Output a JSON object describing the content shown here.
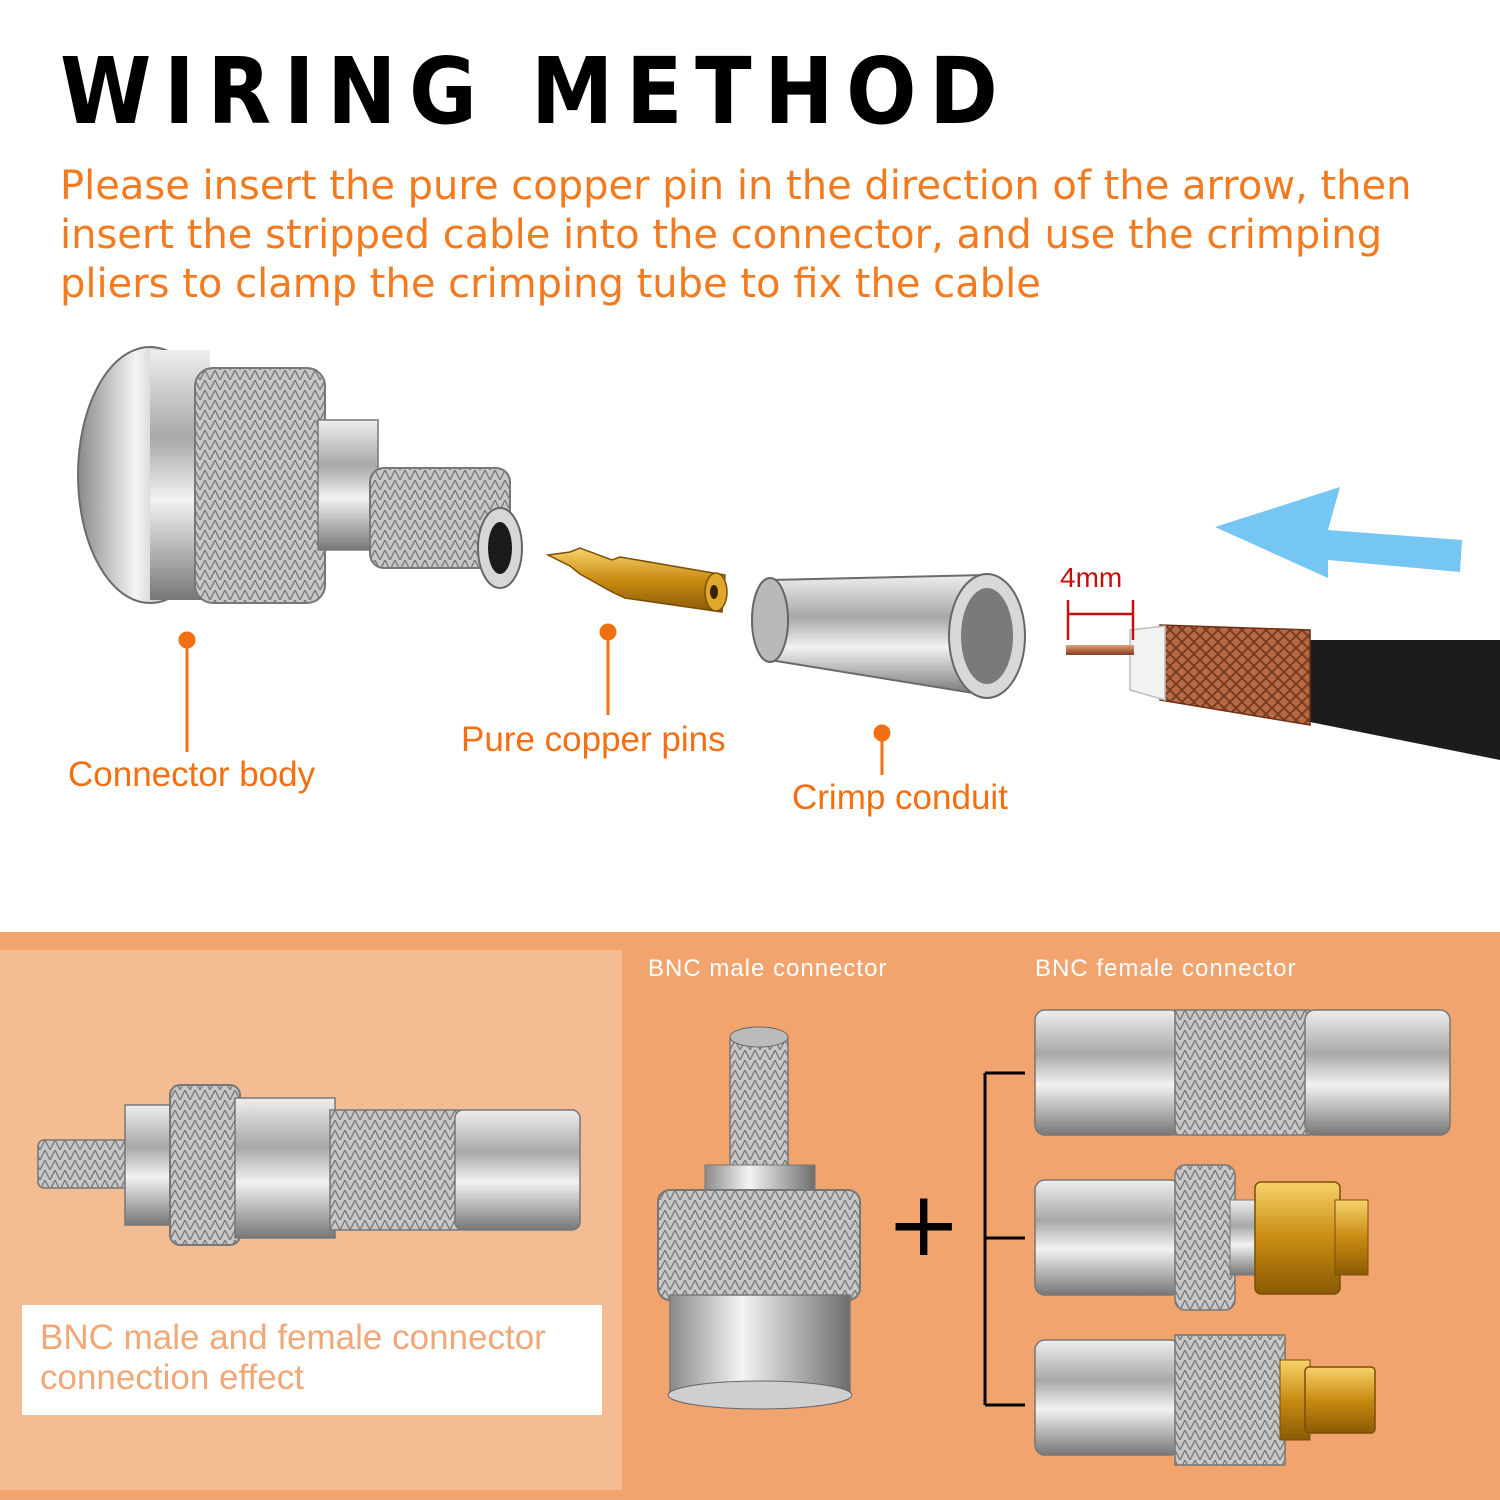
{
  "header": {
    "title": "WIRING METHOD",
    "instructions": "Please insert the pure copper pin in the direction of the arrow, then insert the stripped cable into the connector, and use the crimping pliers to clamp the crimping tube to fix the cable"
  },
  "parts": {
    "connector_body": "Connector body",
    "pure_copper_pins": "Pure copper pins",
    "crimp_conduit": "Crimp conduit",
    "strip_length": "4mm"
  },
  "bottom": {
    "male_label": "BNC male connector",
    "female_label": "BNC female connector",
    "plus": "+",
    "caption": "BNC male and female connector connection effect"
  },
  "colors": {
    "accent_orange": "#f47a1f",
    "panel_orange": "#f2a46f",
    "panel_light": "#f3bc92",
    "arrow_blue": "#6fc3f2",
    "dimension_red": "#c40f0f"
  },
  "icons": [
    "insert-direction-arrow-icon",
    "plus-icon"
  ]
}
